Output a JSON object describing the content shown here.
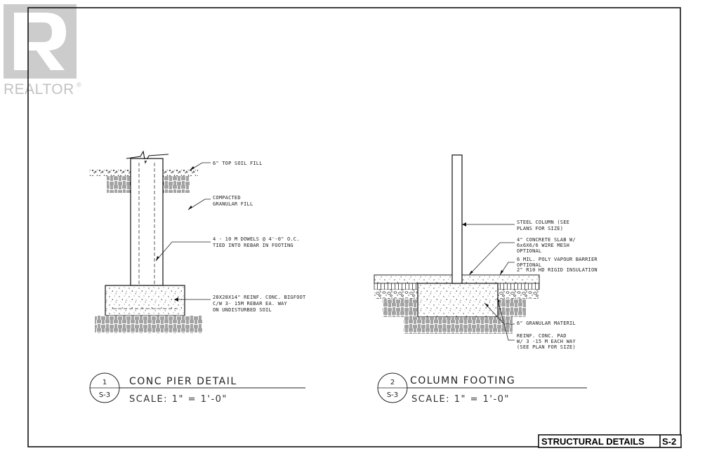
{
  "watermark": {
    "brand": "REALTOR",
    "mark": "®"
  },
  "details": [
    {
      "number": "1",
      "sheet_ref": "S-3",
      "title": "CONC PIER DETAIL",
      "scale": "SCALE: 1\" = 1'-0\"",
      "notes": [
        "6\" TOP SOIL FILL",
        "COMPACTED",
        "GRANULAR FILL",
        "4 - 10 M DOWELS @ 4'-0\" O.C.",
        "TIED INTO REBAR IN FOOTING",
        "28X28X14\" REINF. CONC. BIGFOOT",
        "C/W 3- 15M REBAR EA. WAY",
        "ON UNDISTURBED SOIL"
      ]
    },
    {
      "number": "2",
      "sheet_ref": "S-3",
      "title": "COLUMN FOOTING",
      "scale": "SCALE: 1\" = 1'-0\"",
      "notes": [
        "STEEL COLUMN (SEE",
        "PLANS FOR SIZE)",
        "4\" CONCRETE SLAB W/",
        "6x6X6/6 WIRE MESH",
        "OPTIONAL",
        "6 MIL. POLY VAPOUR BARRIER",
        "OPTIONAL",
        "2\" R10 HD RIGID INSULATION",
        "6\" GRANULAR MATERIL",
        "REINF. CONC. PAD",
        "W/ 3 -15 M  EACH WAY",
        "(SEE PLAN FOR SIZE)"
      ]
    }
  ],
  "title_block": {
    "sheet_title": "STRUCTURAL DETAILS",
    "sheet_number": "S-2"
  }
}
